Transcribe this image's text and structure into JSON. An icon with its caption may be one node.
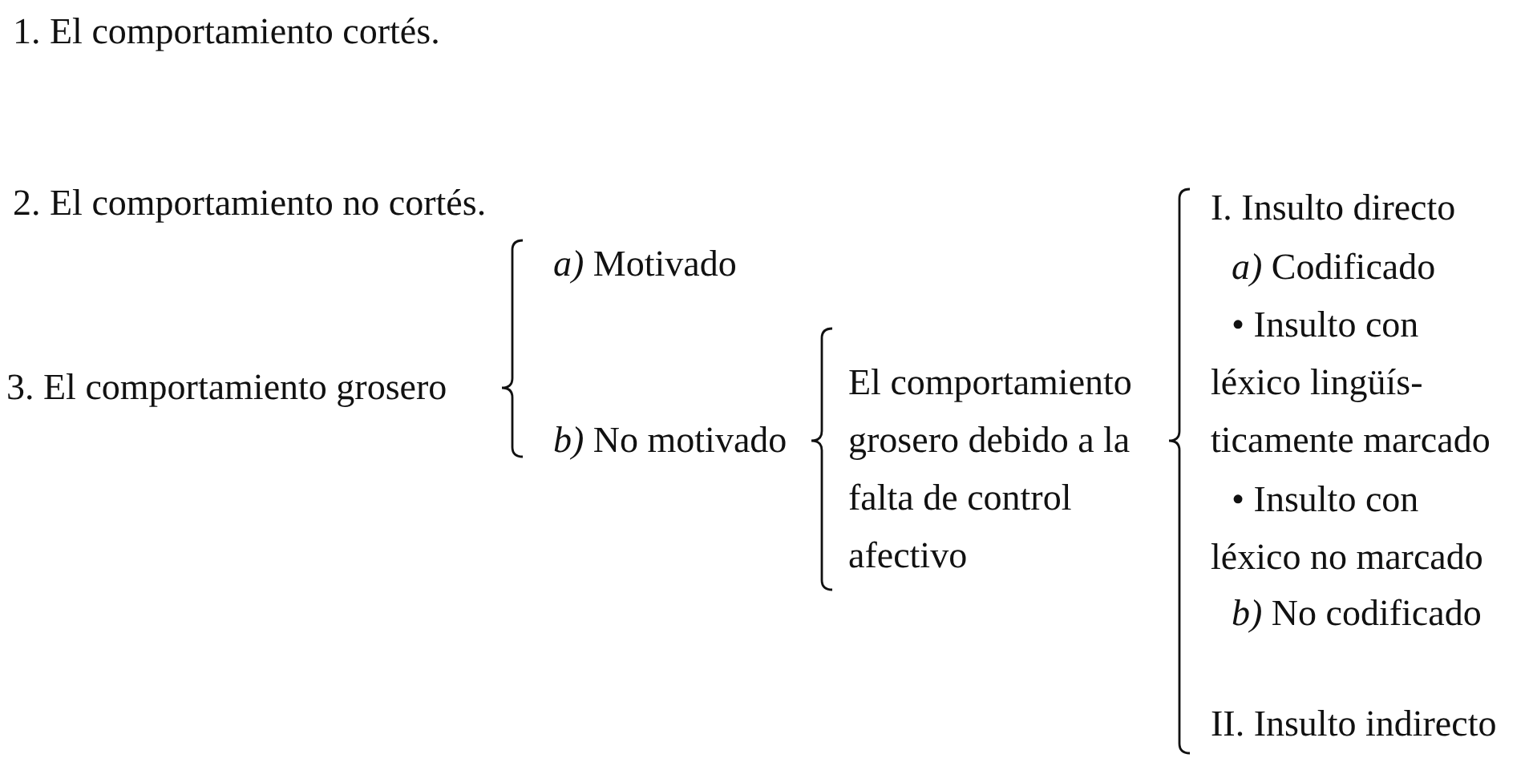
{
  "diagram": {
    "labels": [
      "1. El comportamiento cortés.",
      "2. El comportamiento no cortés.",
      "3. El comportamiento grosero",
      "*a)* Motivado",
      "*b)* No motivado",
      "El comportamiento grosero debido a la falta de control afectivo",
      "I. Insulto directo",
      "*a)* Codificado",
      "• Insulto con léxico lingüís- ticamente marcado",
      "• Insulto con léxico no marcado",
      "*b)* No codificado",
      "II. Insulto indirecto"
    ]
  }
}
